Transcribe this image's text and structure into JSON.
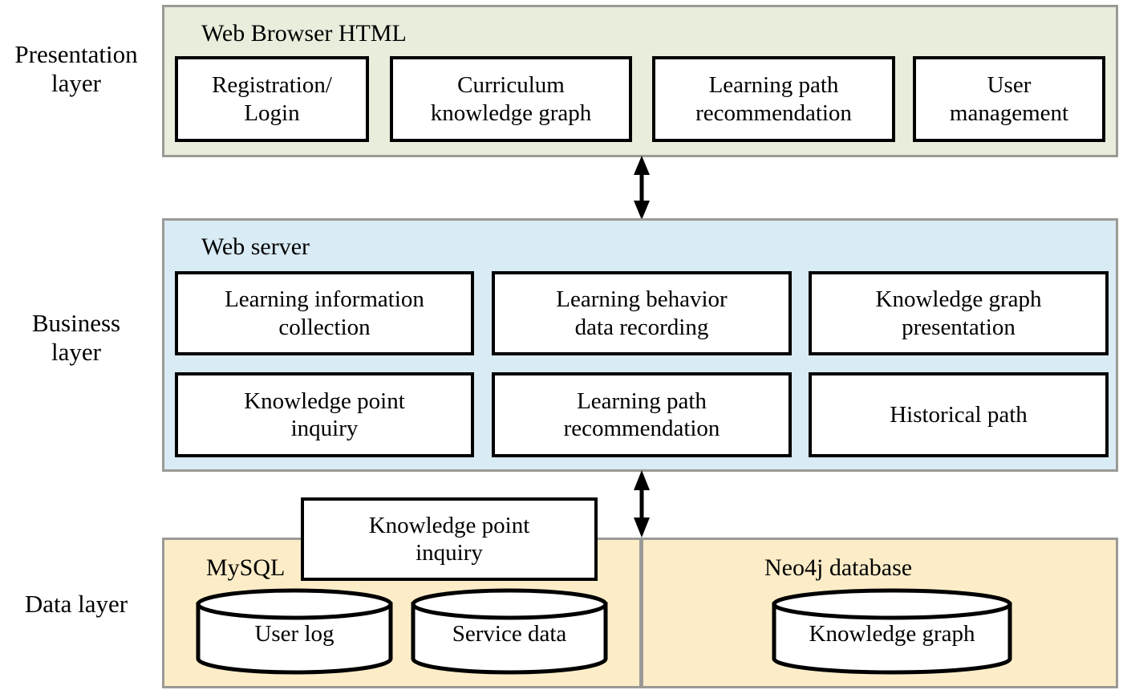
{
  "diagram": {
    "title": "Three-layer system architecture",
    "colors": {
      "presentation_fill": "#e8eddc",
      "business_fill": "#d9ebf5",
      "data_fill": "#fcedc8",
      "panel_border": "#9a9a96",
      "box_border": "#000000",
      "box_fill": "#ffffff"
    }
  },
  "layers": {
    "presentation": {
      "label_line1": "Presentation",
      "label_line2": "layer",
      "panel_title": "Web Browser HTML",
      "boxes": [
        {
          "line1": "Registration/",
          "line2": "Login"
        },
        {
          "line1": "Curriculum",
          "line2": "knowledge graph"
        },
        {
          "line1": "Learning path",
          "line2": "recommendation"
        },
        {
          "line1": "User",
          "line2": "management"
        }
      ]
    },
    "business": {
      "label_line1": "Business",
      "label_line2": "layer",
      "panel_title": "Web server",
      "boxes_row1": [
        {
          "line1": "Learning information",
          "line2": "collection"
        },
        {
          "line1": "Learning behavior",
          "line2": "data recording"
        },
        {
          "line1": "Knowledge graph",
          "line2": "presentation"
        }
      ],
      "boxes_row2": [
        {
          "line1": "Knowledge point",
          "line2": "inquiry"
        },
        {
          "line1": "Learning path",
          "line2": "recommendation"
        },
        {
          "line1": "Historical path",
          "line2": ""
        }
      ]
    },
    "data": {
      "label_line1": "Data layer",
      "label_line2": "",
      "mysql_title": "MySQL",
      "neo4j_title": "Neo4j database",
      "overlay_box": {
        "line1": "Knowledge point",
        "line2": "inquiry"
      },
      "cylinders": [
        {
          "label": "User log"
        },
        {
          "label": "Service data"
        },
        {
          "label": "Knowledge graph"
        }
      ]
    }
  },
  "connectors": [
    {
      "name": "presentation-business-arrow",
      "type": "double-headed-vertical-arrow"
    },
    {
      "name": "business-data-arrow",
      "type": "double-headed-vertical-arrow"
    }
  ]
}
